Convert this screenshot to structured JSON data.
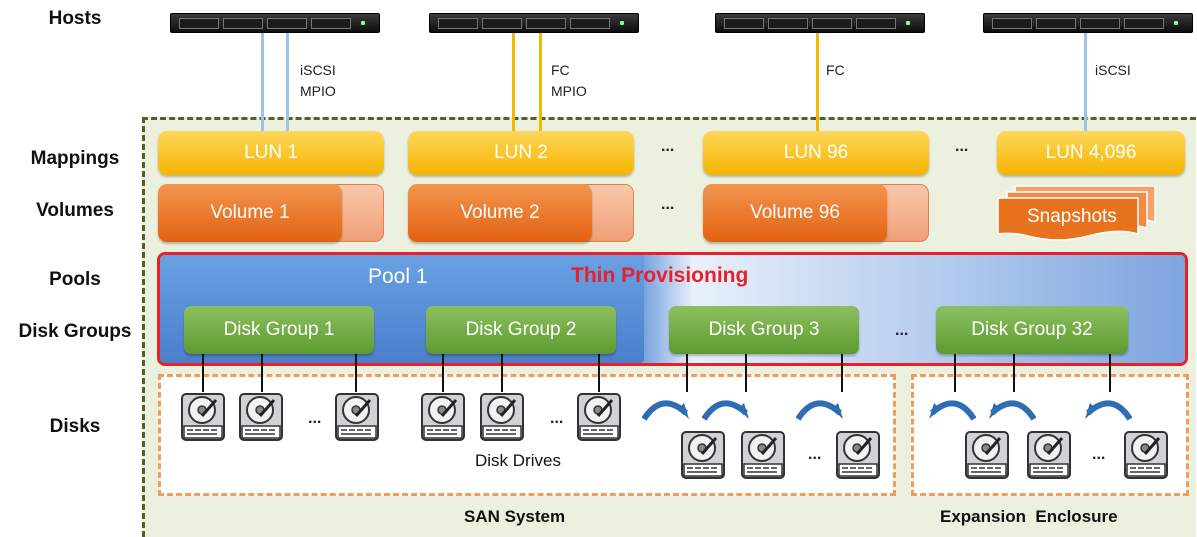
{
  "rows": {
    "hosts": "Hosts",
    "mappings": "Mappings",
    "volumes": "Volumes",
    "pools": "Pools",
    "disk_groups": "Disk Groups",
    "disks": "Disks"
  },
  "connections": [
    {
      "line1": "iSCSI",
      "line2": "MPIO",
      "color": "#9cc2e5"
    },
    {
      "line1": "FC",
      "line2": "MPIO",
      "color": "#f5b800"
    },
    {
      "line1": "FC",
      "line2": "",
      "color": "#f5b800"
    },
    {
      "line1": "iSCSI",
      "line2": "",
      "color": "#9cc2e5"
    }
  ],
  "luns": [
    "LUN 1",
    "LUN 2",
    "LUN 96",
    "LUN 4,096"
  ],
  "volumes": [
    "Volume 1",
    "Volume 2",
    "Volume 96"
  ],
  "snapshots": "Snapshots",
  "ellipsis": "...",
  "pool": {
    "name": "Pool 1",
    "feature": "Thin Provisioning"
  },
  "disk_groups": [
    "Disk Group 1",
    "Disk Group 2",
    "Disk Group 3",
    "Disk Group 32"
  ],
  "disk_drives": "Disk Drives",
  "san_system": "SAN System",
  "expansion_enclosure": "Expansion  Enclosure",
  "colors": {
    "lun": "#f5b400",
    "volume": "#e36210",
    "pool": "#5b8fd8",
    "disk_group": "#5e9a30",
    "thin_provisioning_border": "#e8202a",
    "san_border": "#4f6228",
    "disk_area_border": "#f39c5a",
    "iscsi_wire": "#9cc2e5",
    "fc_wire": "#f5b800"
  }
}
